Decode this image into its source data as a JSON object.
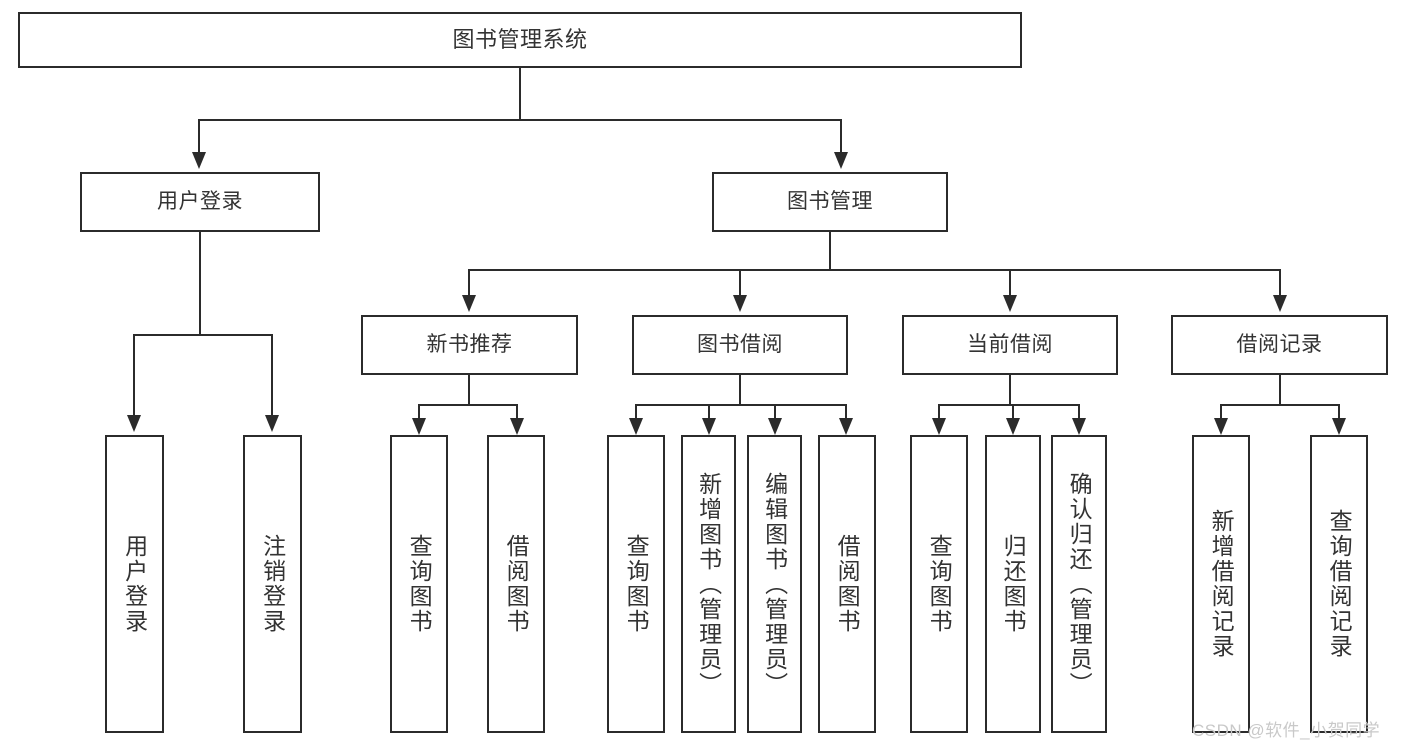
{
  "diagram": {
    "type": "tree-hierarchy-chart",
    "title": "图书管理系统",
    "theme": {
      "background": "#ffffff",
      "stroke": "#2b2b2b",
      "text": "#333333",
      "watermark": "#c9c9c9"
    },
    "levels": [
      {
        "level": 1,
        "nodes": [
          {
            "id": "root",
            "label": "图书管理系统",
            "orientation": "horizontal"
          }
        ]
      },
      {
        "level": 2,
        "nodes": [
          {
            "id": "user-login",
            "label": "用户登录",
            "orientation": "horizontal",
            "parent": "root"
          },
          {
            "id": "book-manage",
            "label": "图书管理",
            "orientation": "horizontal",
            "parent": "root"
          }
        ]
      },
      {
        "level": 3,
        "nodes": [
          {
            "id": "new-book-rec",
            "label": "新书推荐",
            "orientation": "horizontal",
            "parent": "book-manage"
          },
          {
            "id": "book-borrow",
            "label": "图书借阅",
            "orientation": "horizontal",
            "parent": "book-manage"
          },
          {
            "id": "current-borrow",
            "label": "当前借阅",
            "orientation": "horizontal",
            "parent": "book-manage"
          },
          {
            "id": "borrow-record",
            "label": "借阅记录",
            "orientation": "horizontal",
            "parent": "book-manage"
          }
        ]
      },
      {
        "level": 4,
        "nodes": [
          {
            "id": "leaf-user-login",
            "label": "用户登录",
            "orientation": "vertical",
            "parent": "user-login"
          },
          {
            "id": "leaf-logout",
            "label": "注销登录",
            "orientation": "vertical",
            "parent": "user-login"
          },
          {
            "id": "leaf-query-book-1",
            "label": "查询图书",
            "orientation": "vertical",
            "parent": "new-book-rec"
          },
          {
            "id": "leaf-borrow-book-1",
            "label": "借阅图书",
            "orientation": "vertical",
            "parent": "new-book-rec"
          },
          {
            "id": "leaf-query-book-2",
            "label": "查询图书",
            "orientation": "vertical",
            "parent": "book-borrow"
          },
          {
            "id": "leaf-add-book",
            "label": "新增图书（管理员）",
            "orientation": "vertical",
            "parent": "book-borrow"
          },
          {
            "id": "leaf-edit-book",
            "label": "编辑图书（管理员）",
            "orientation": "vertical",
            "parent": "book-borrow"
          },
          {
            "id": "leaf-borrow-book-2",
            "label": "借阅图书",
            "orientation": "vertical",
            "parent": "book-borrow"
          },
          {
            "id": "leaf-query-book-3",
            "label": "查询图书",
            "orientation": "vertical",
            "parent": "current-borrow"
          },
          {
            "id": "leaf-return-book",
            "label": "归还图书",
            "orientation": "vertical",
            "parent": "current-borrow"
          },
          {
            "id": "leaf-confirm-return",
            "label": "确认归还（管理员）",
            "orientation": "vertical",
            "parent": "current-borrow"
          },
          {
            "id": "leaf-add-record",
            "label": "新增借阅记录",
            "orientation": "vertical",
            "parent": "borrow-record"
          },
          {
            "id": "leaf-query-record",
            "label": "查询借阅记录",
            "orientation": "vertical",
            "parent": "borrow-record"
          }
        ]
      }
    ]
  },
  "watermark": {
    "text": "CSDN @软件_小贺同学"
  }
}
